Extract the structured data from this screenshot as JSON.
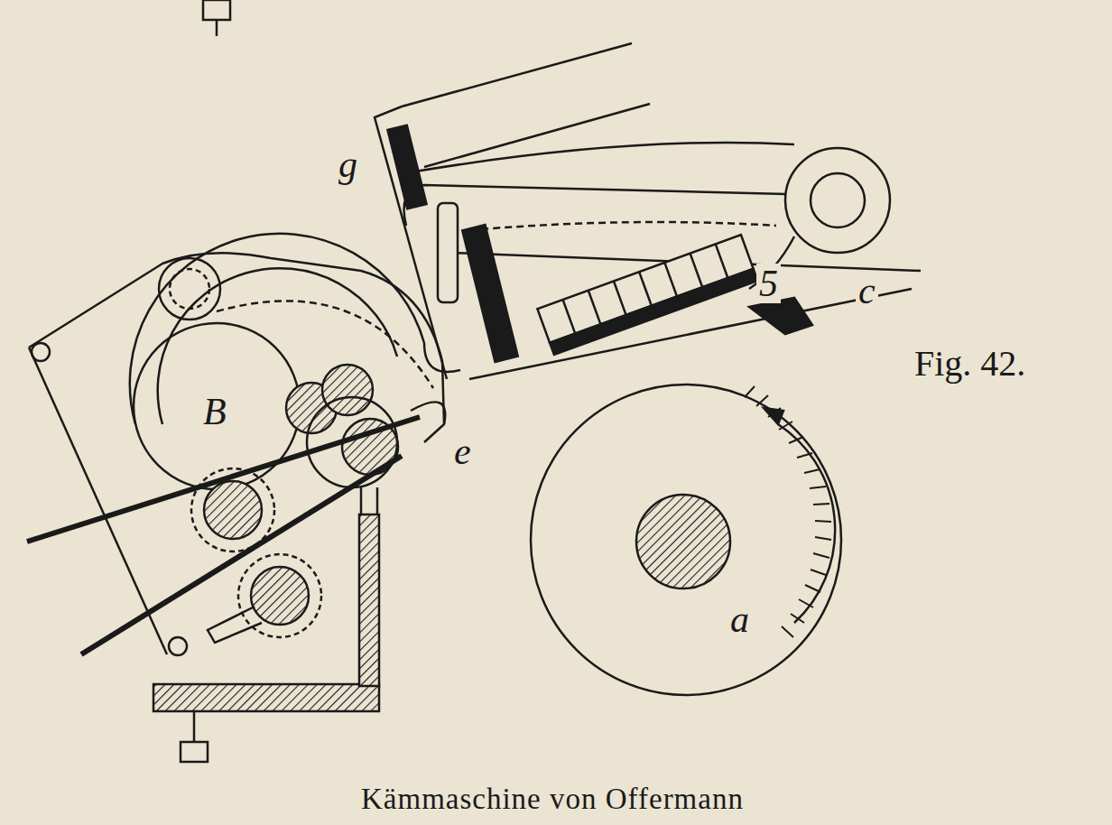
{
  "diagram": {
    "caption": "Kämmaschine von Offermann",
    "labels": [
      "Fig. 42.",
      "g",
      "c",
      "5",
      "e",
      "B",
      "a"
    ]
  }
}
